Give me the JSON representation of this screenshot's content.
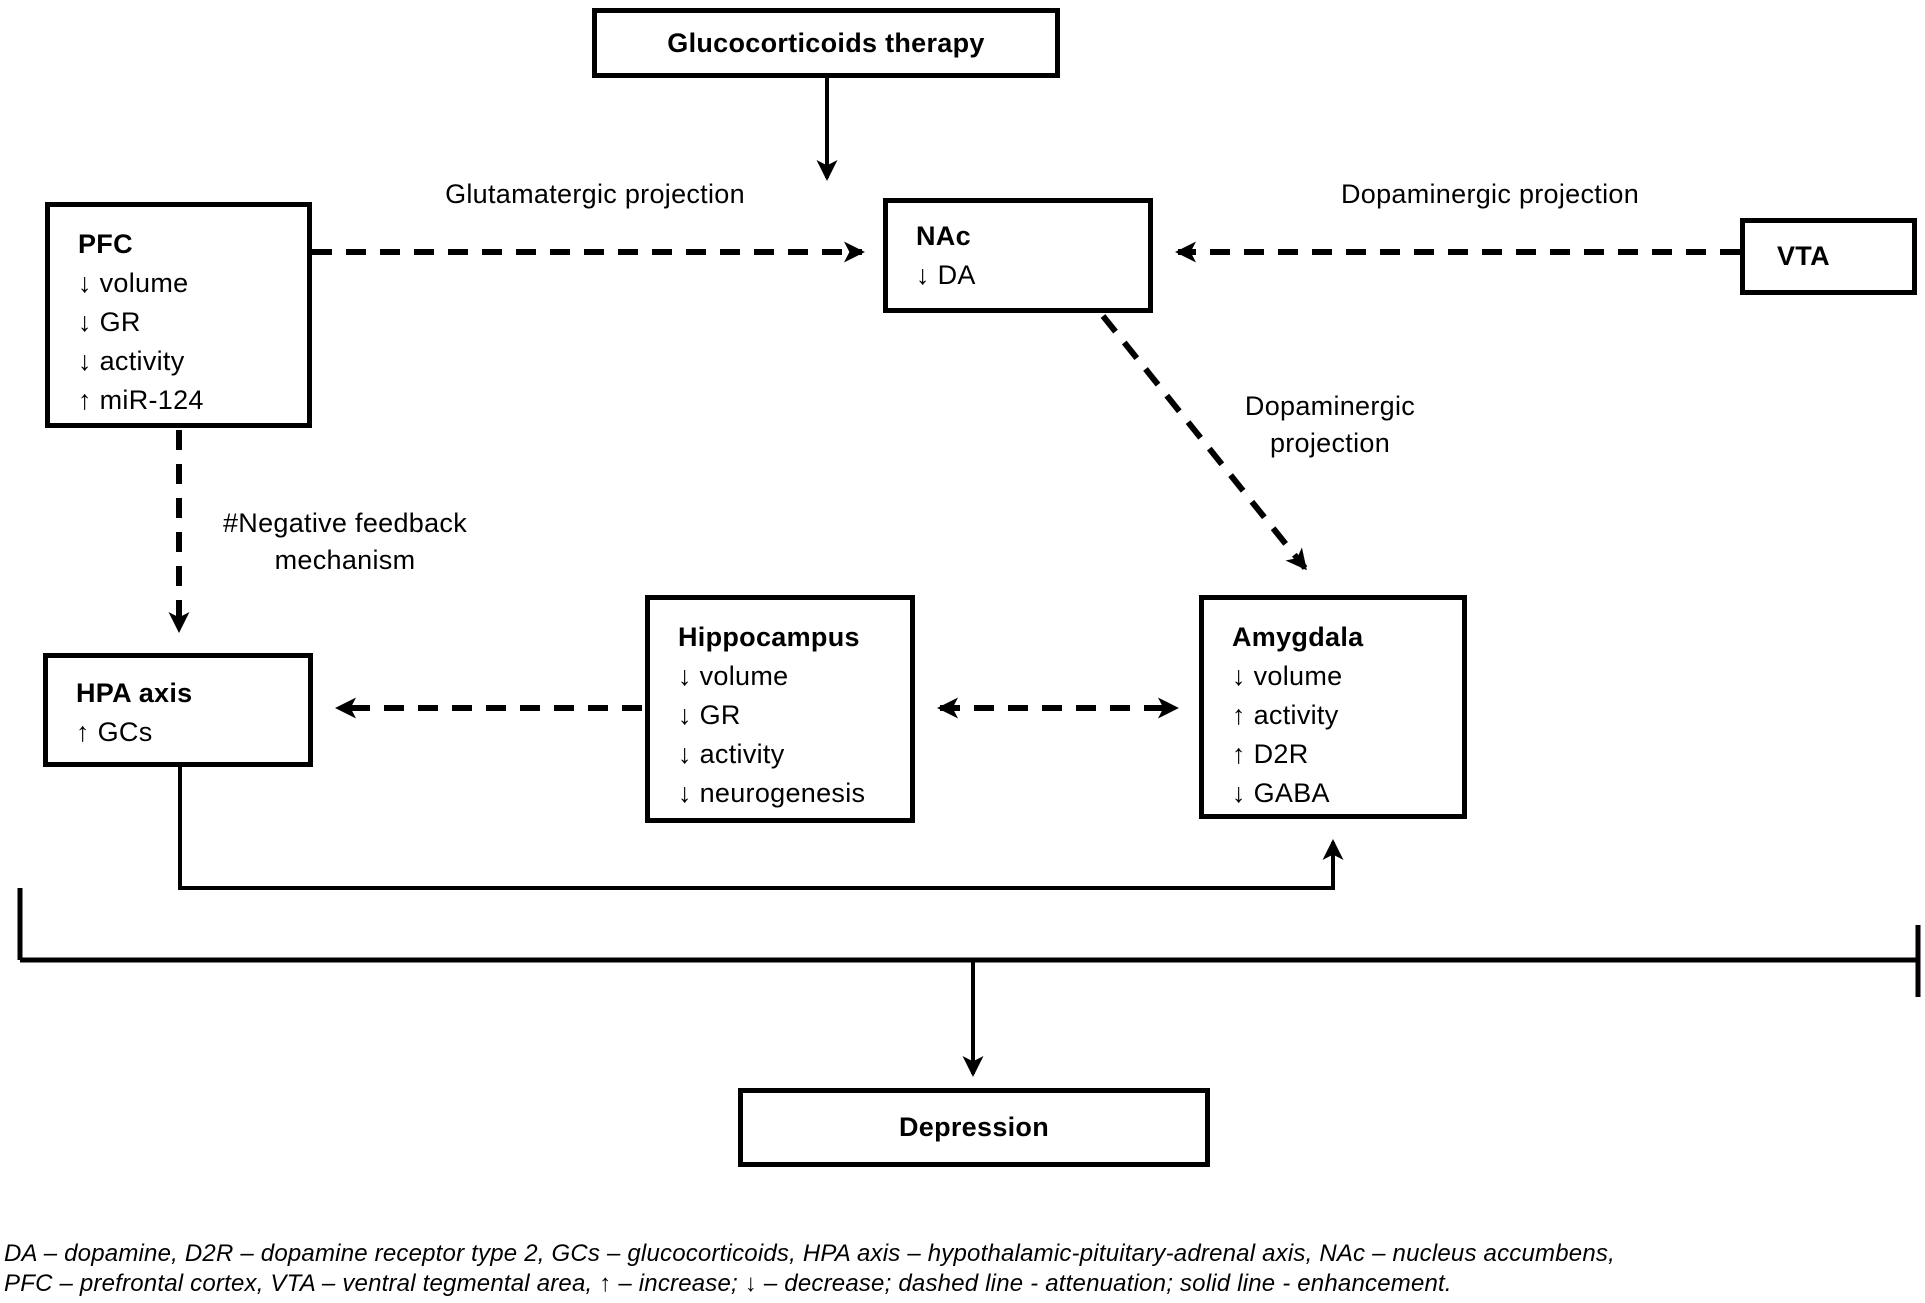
{
  "figure": {
    "type": "flowchart",
    "topic": "Glucocorticoids therapy effects on brain regions leading to depression"
  },
  "nodes": {
    "glucocorticoids": {
      "title": "Glucocorticoids therapy"
    },
    "pfc": {
      "title": "PFC",
      "items": [
        "↓ volume",
        "↓ GR",
        "↓ activity",
        "↑ miR-124"
      ]
    },
    "nac": {
      "title": "NAc",
      "items": [
        "↓ DA"
      ]
    },
    "vta": {
      "title": "VTA"
    },
    "hpa": {
      "title": "HPA axis",
      "items": [
        "↑ GCs"
      ]
    },
    "hippocampus": {
      "title": "Hippocampus",
      "items": [
        "↓ volume",
        "↓ GR",
        "↓ activity",
        "↓ neurogenesis"
      ]
    },
    "amygdala": {
      "title": "Amygdala",
      "items": [
        "↓ volume",
        "↑ activity",
        "↑ D2R",
        "↓ GABA"
      ]
    },
    "depression": {
      "title": "Depression"
    }
  },
  "edge_labels": {
    "glutamatergic": "Glutamatergic projection",
    "dopaminergic_vta_nac": "Dopaminergic projection",
    "dopaminergic_nac_amygdala_line1": "Dopaminergic",
    "dopaminergic_nac_amygdala_line2": "projection",
    "negative_feedback_line1": "#Negative feedback",
    "negative_feedback_line2": "mechanism"
  },
  "footer": {
    "line1": "DA – dopamine, D2R – dopamine receptor type 2, GCs – glucocorticoids, HPA axis – hypothalamic-pituitary-adrenal axis, NAc – nucleus accumbens,",
    "line2": "PFC – prefrontal cortex, VTA – ventral tegmental area, ↑ – increase; ↓ – decrease; dashed line - attenuation; solid line - enhancement."
  },
  "colors": {
    "ink": "#000000",
    "background": "#ffffff"
  }
}
